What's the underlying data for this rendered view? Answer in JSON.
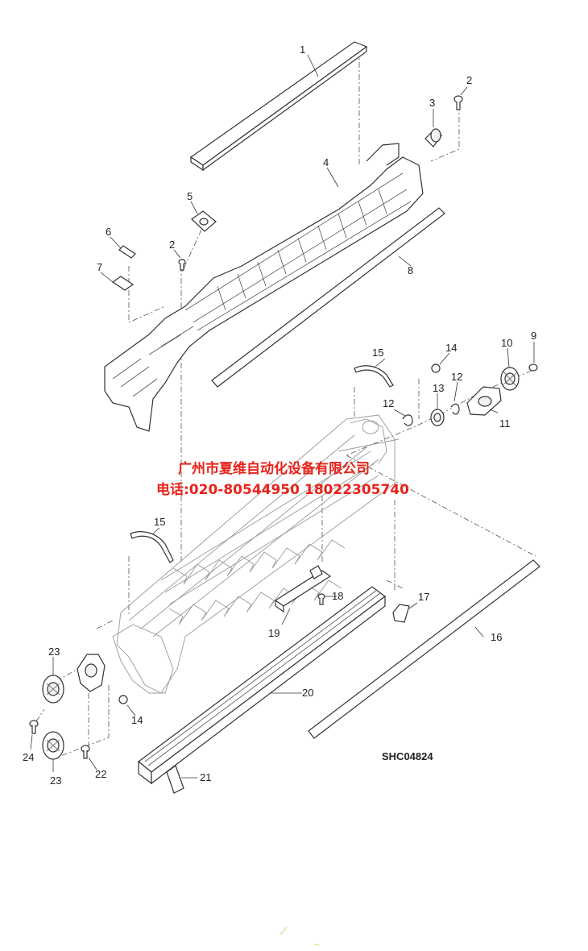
{
  "diagram_code": "SHC04824",
  "watermark": {
    "company": "广州市夏维自动化设备有限公司",
    "phone": "电话:020-80544950 18022305740"
  },
  "callouts": {
    "c1": "1",
    "c2a": "2",
    "c2b": "2",
    "c3": "3",
    "c4": "4",
    "c5": "5",
    "c6": "6",
    "c7": "7",
    "c8": "8",
    "c9": "9",
    "c10": "10",
    "c11": "11",
    "c12a": "12",
    "c12b": "12",
    "c13": "13",
    "c14a": "14",
    "c14b": "14",
    "c15a": "15",
    "c15b": "15",
    "c16": "16",
    "c17": "17",
    "c18": "18",
    "c19": "19",
    "c20": "20",
    "c21": "21",
    "c22": "22",
    "c23a": "23",
    "c23b": "23",
    "c24": "24"
  },
  "colors": {
    "watermark": "#e8231a",
    "line": "#333333"
  }
}
